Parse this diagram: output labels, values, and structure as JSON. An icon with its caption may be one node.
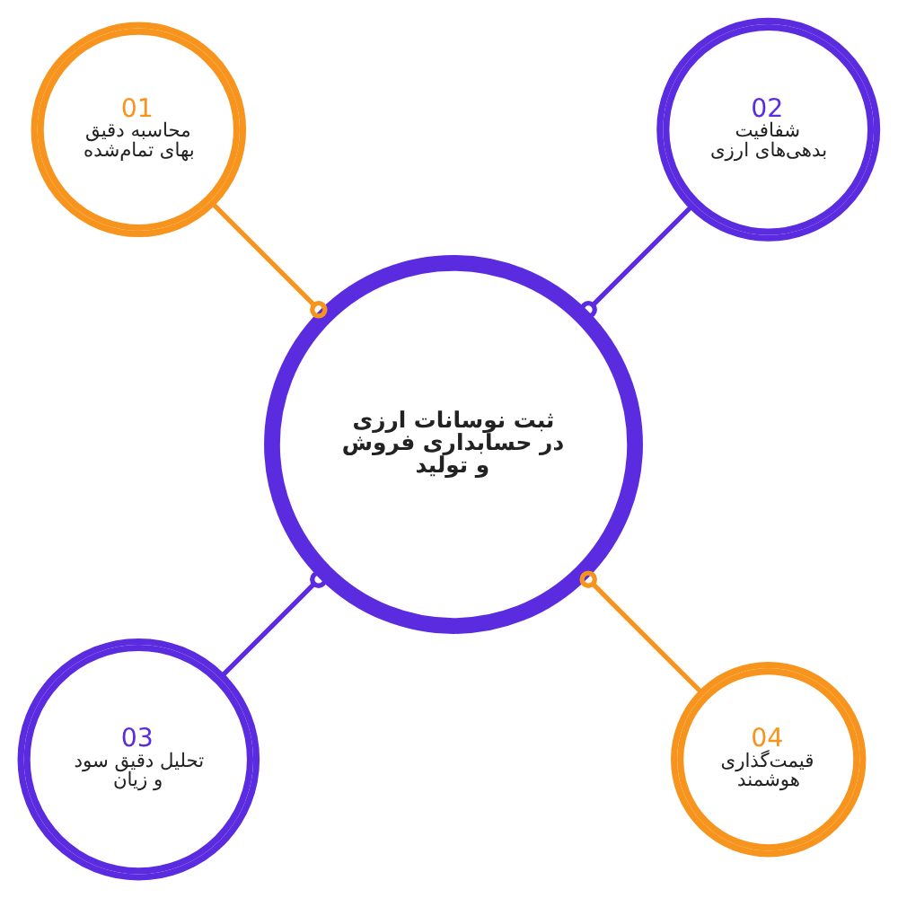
{
  "diagram": {
    "nodes": [
      {
        "text": [
          "ثبت نوسانات ارزی در حسابداری فروش و تولید"
        ]
      },
      {
        "text": [
          "01",
          "محاسبه دقیق بهای تمام‌شده"
        ]
      },
      {
        "text": [
          "02",
          "شفافیت بدهی‌های ارزی"
        ]
      },
      {
        "text": [
          "03",
          "تحلیل دقیق سود و زیان"
        ]
      },
      {
        "text": [
          "04",
          "قیمت‌گذاری هوشمند"
        ]
      }
    ],
    "edges": [
      {
        "from": 0,
        "to": 1,
        "arrow": "other",
        "color": "#f7941d"
      },
      {
        "from": 0,
        "to": 2,
        "arrow": "other",
        "color": "#5b2be0"
      },
      {
        "from": 0,
        "to": 3,
        "arrow": "other",
        "color": "#5b2be0"
      },
      {
        "from": 0,
        "to": 4,
        "arrow": "other",
        "color": "#f7941d"
      }
    ]
  }
}
